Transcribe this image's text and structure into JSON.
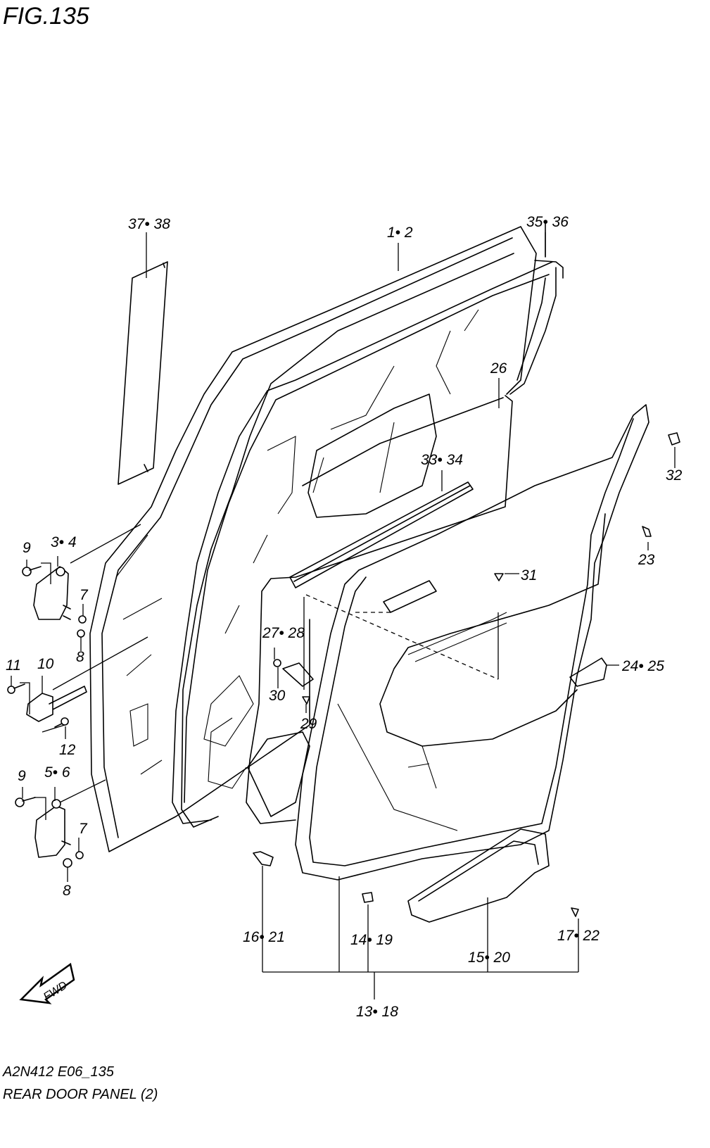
{
  "figure_title": "FIG.135",
  "footer": {
    "code": "A2N412 E06_135",
    "name": "REAR DOOR PANEL (2)"
  },
  "fwd_label": "FWD",
  "callouts": {
    "c37_38": "37• 38",
    "c1_2": "1• 2",
    "c35_36": "35• 36",
    "c26": "26",
    "c32": "32",
    "c33_34": "33• 34",
    "c9a": "9",
    "c3_4": "3• 4",
    "c23": "23",
    "c31": "31",
    "c7a": "7",
    "c8a": "8",
    "c27_28": "27• 28",
    "c11": "11",
    "c10": "10",
    "c24_25": "24• 25",
    "c30": "30",
    "c29": "29",
    "c12": "12",
    "c9b": "9",
    "c5_6": "5• 6",
    "c7b": "7",
    "c8b": "8",
    "c16_21": "16• 21",
    "c14_19": "14• 19",
    "c17_22": "17• 22",
    "c15_20": "15• 20",
    "c13_18": "13• 18"
  }
}
